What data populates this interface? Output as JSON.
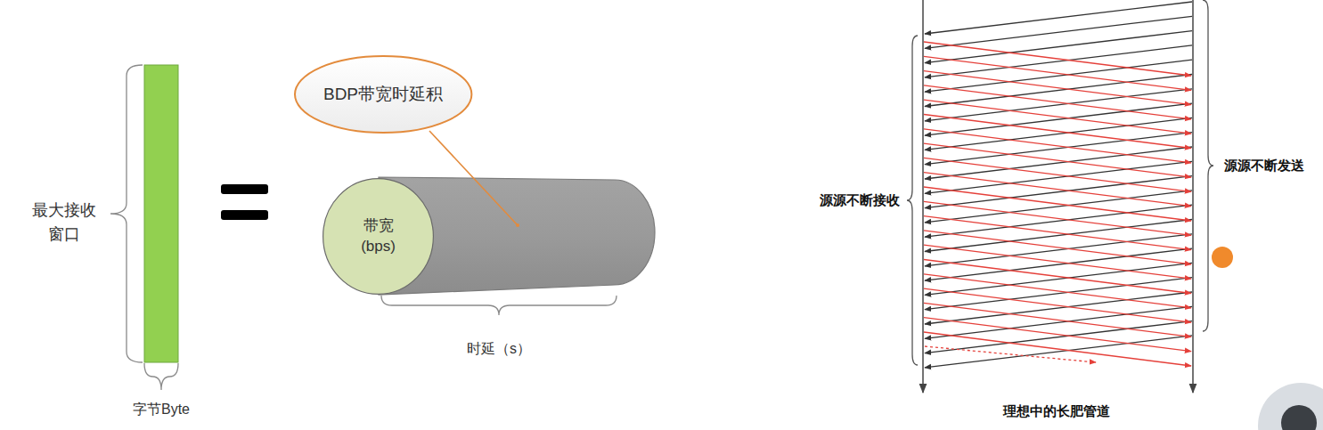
{
  "diagram": {
    "nodes": [
      {
        "text": [
          "BDP带宽时延积"
        ]
      },
      {
        "text": [
          "带宽 (bps)"
        ]
      }
    ],
    "labels": [
      "最大接收 窗口",
      "字节Byte",
      "时延（s）",
      "源源不断接收",
      "源源不断发送",
      "理想中的长肥管道"
    ]
  }
}
